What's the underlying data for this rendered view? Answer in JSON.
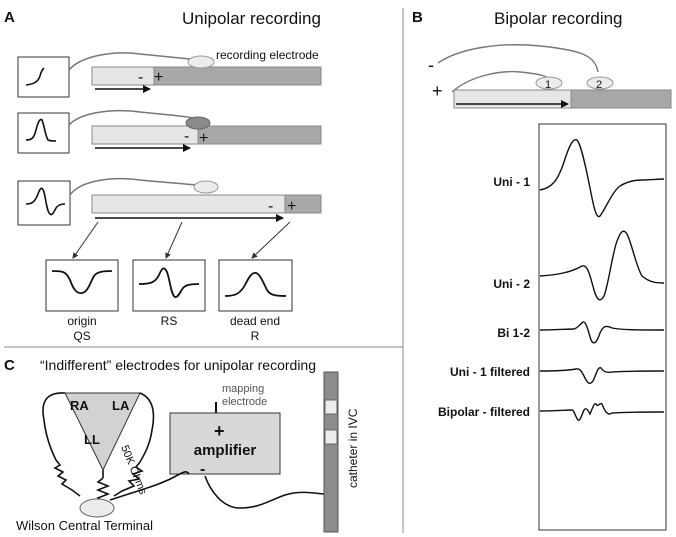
{
  "panel_a": {
    "letter": "A",
    "title": "Unipolar recording",
    "electrode_label": "recording electrode",
    "minus": "-",
    "plus": "+",
    "morphologies": [
      {
        "line1": "origin",
        "line2": "QS"
      },
      {
        "line1": "RS",
        "line2": ""
      },
      {
        "line1": "dead end",
        "line2": "R"
      }
    ]
  },
  "panel_b": {
    "letter": "B",
    "title": "Bipolar recording",
    "minus": "-",
    "plus": "+",
    "electrode_1": "1",
    "electrode_2": "2",
    "traces": [
      {
        "label": "Uni - 1"
      },
      {
        "label": "Uni - 2"
      },
      {
        "label": "Bi  1-2"
      },
      {
        "label": "Uni - 1 filtered"
      },
      {
        "label": "Bipolar - filtered"
      }
    ]
  },
  "panel_c": {
    "letter": "C",
    "title": "“Indifferent” electrodes for unipolar recording",
    "ra": "RA",
    "la": "LA",
    "ll": "LL",
    "resistor": "50K Ohms",
    "mapping_line1": "mapping",
    "mapping_line2": "electrode",
    "amp_plus": "+",
    "amp_label": "amplifier",
    "amp_minus": "-",
    "wct": "Wilson Central Terminal",
    "catheter": "catheter in IVC"
  },
  "colors": {
    "tissue_light": "#e6e6e6",
    "tissue_dark": "#a8a8a8",
    "electrode_fill": "#ececec",
    "electrode_active": "#8a8a8a",
    "triangle_fill": "#d2d2d2",
    "catheter": "#8c8c8c"
  }
}
